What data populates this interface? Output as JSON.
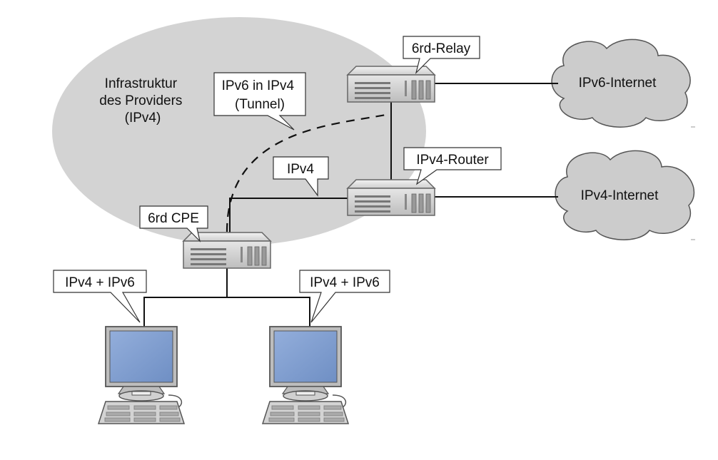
{
  "provider_area": {
    "label_lines": [
      "Infrastruktur",
      "des Providers",
      "(IPv4)"
    ]
  },
  "tunnel_callout": {
    "label_lines": [
      "IPv6 in IPv4",
      "(Tunnel)"
    ]
  },
  "ipv4_link_callout": {
    "label": "IPv4"
  },
  "devices": {
    "relay": {
      "label": "6rd-Relay"
    },
    "router": {
      "label": "IPv4-Router"
    },
    "cpe": {
      "label": "6rd CPE"
    }
  },
  "clouds": {
    "ipv6": {
      "label": "IPv6-Internet"
    },
    "ipv4": {
      "label": "IPv4-Internet"
    }
  },
  "hosts": [
    {
      "label": "IPv4 + IPv6",
      "icon": "computer-icon"
    },
    {
      "label": "IPv4 + IPv6",
      "icon": "computer-icon"
    }
  ],
  "colors": {
    "provider_area": "#d3d3d3",
    "device_body": "#cfcfcf",
    "cloud": "#cccccc",
    "screen": "#7f9fcf"
  }
}
